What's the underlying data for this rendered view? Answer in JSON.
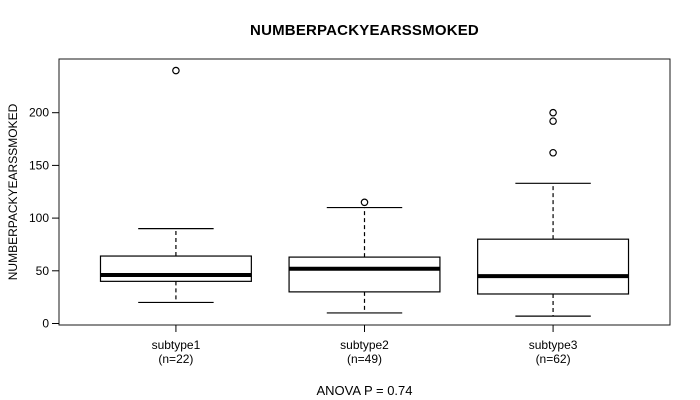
{
  "chart_data": {
    "type": "boxplot",
    "title": "NUMBERPACKYEARSSMOKED",
    "ylabel": "NUMBERPACKYEARSSMOKED",
    "footer": "ANOVA P = 0.74",
    "yticks": [
      0,
      50,
      100,
      150,
      200
    ],
    "ylim": [
      0,
      250
    ],
    "grid": false,
    "groups": [
      {
        "label": "subtype1",
        "sublabel": "(n=22)",
        "n": 22,
        "whisker_low": 20,
        "q1": 40,
        "median": 46,
        "q3": 64,
        "whisker_high": 90,
        "outliers": [
          240
        ]
      },
      {
        "label": "subtype2",
        "sublabel": "(n=49)",
        "n": 49,
        "whisker_low": 10,
        "q1": 30,
        "median": 52,
        "q3": 63,
        "whisker_high": 110,
        "outliers": [
          115
        ]
      },
      {
        "label": "subtype3",
        "sublabel": "(n=62)",
        "n": 62,
        "whisker_low": 7,
        "q1": 28,
        "median": 45,
        "q3": 80,
        "whisker_high": 133,
        "outliers": [
          162,
          192,
          200
        ]
      }
    ],
    "colors": {
      "line": "#000000",
      "box_fill": "#ffffff",
      "frame": "#1a1a1a",
      "background": "#ffffff",
      "text": "#000000"
    }
  }
}
